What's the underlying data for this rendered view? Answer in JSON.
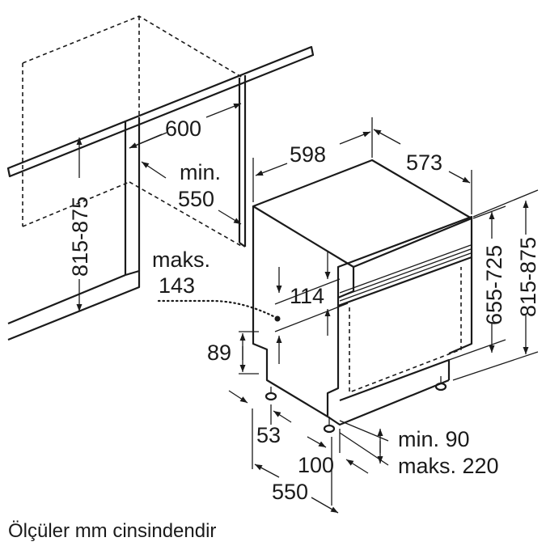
{
  "labels": {
    "niche_width": "600",
    "niche_depth_min_word": "min.",
    "niche_depth_value": "550",
    "niche_height": "815-875",
    "appliance_width": "598",
    "appliance_depth": "573",
    "appliance_height": "815-875",
    "appliance_height_no_top": "655-725",
    "panel_max_word": "maks.",
    "panel_max_value": "143",
    "panel_height": "114",
    "plinth_offset": "89",
    "foot_setback": "53",
    "plinth_recess": "100",
    "depth_total": "550",
    "plinth_min": "min. 90",
    "plinth_max": "maks. 220"
  },
  "footer_note": "Ölçüler mm cinsindendir"
}
